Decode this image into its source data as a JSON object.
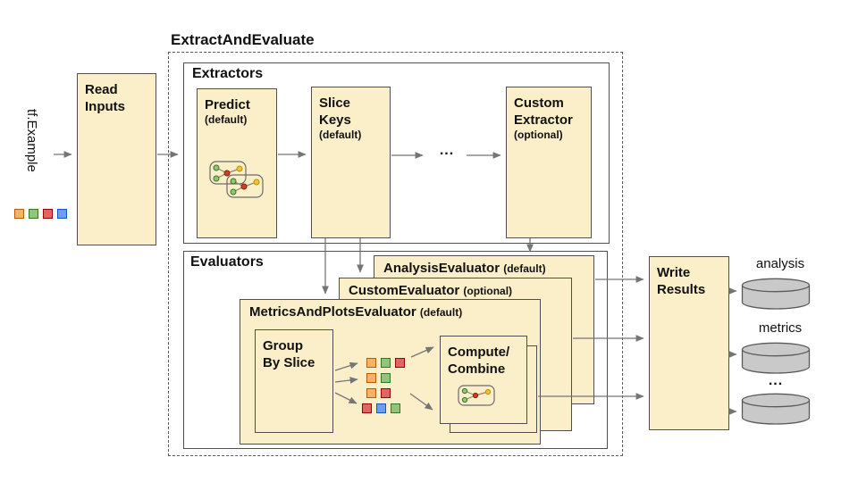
{
  "diagram_title": "ExtractAndEvaluate",
  "colors": {
    "box_fill": "#FBEFC9",
    "box_border": "#4f4f4f",
    "arrow": "#757575",
    "cylinder_fill": "#C9C9C9",
    "cylinder_border": "#5a5a5a",
    "square_orange": "#F6B26B",
    "square_green": "#93C47D",
    "square_red": "#E06666",
    "square_blue": "#6D9EEB"
  },
  "icons": {
    "predict": "graph-nodes-icon",
    "compute_combine": "graph-nodes-icon",
    "outputs": "database-cylinder-icon"
  },
  "input": {
    "label": "tf.Example",
    "squares": [
      "orange",
      "green",
      "red",
      "blue"
    ]
  },
  "read_inputs": {
    "label": "Read\nInputs"
  },
  "extractors": {
    "label": "Extractors",
    "predict": {
      "name": "Predict",
      "suffix": "(default)"
    },
    "slice_keys": {
      "name": "Slice\nKeys",
      "suffix": "(default)"
    },
    "dots": "...",
    "custom": {
      "name": "Custom\nExtractor",
      "suffix": "(optional)"
    }
  },
  "evaluators": {
    "label": "Evaluators",
    "analysis": {
      "name": "AnalysisEvaluator",
      "suffix": "(default)"
    },
    "custom": {
      "name": "CustomEvaluator",
      "suffix": "(optional)"
    },
    "metrics_plots": {
      "name": "MetricsAndPlotsEvaluator",
      "suffix": "(default)"
    },
    "group_by_slice": {
      "label": "Group\nBy Slice"
    },
    "compute_combine": {
      "label": "Compute/\nCombine"
    },
    "slice_rows": [
      [
        "orange",
        "green",
        "red"
      ],
      [
        "orange",
        "green"
      ],
      [
        "orange",
        "red"
      ],
      [
        "red",
        "blue",
        "green"
      ]
    ]
  },
  "write_results": {
    "label": "Write\nResults"
  },
  "outputs": {
    "labels": [
      "analysis",
      "metrics"
    ],
    "dots": "..."
  }
}
